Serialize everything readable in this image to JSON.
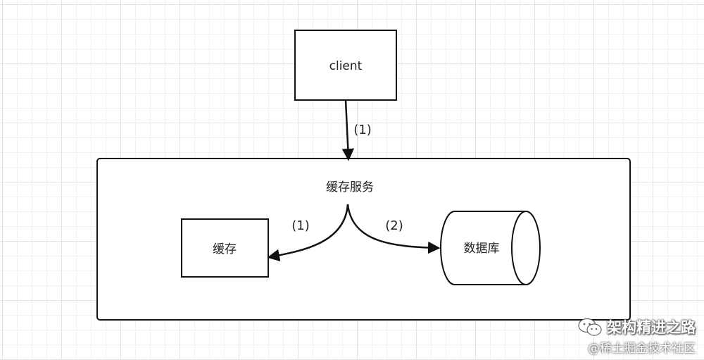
{
  "nodes": {
    "client": "client",
    "cache_service": "缓存服务",
    "cache": "缓存",
    "database": "数据库"
  },
  "edges": {
    "client_to_service": "(1)",
    "service_to_cache": "(1)",
    "service_to_database": "(2)"
  },
  "watermark": {
    "line1": "架构精进之路",
    "line2": "@稀土掘金技术社区"
  },
  "icons": {
    "watermark_icon": "wechat-icon"
  },
  "colors": {
    "stroke": "#111111",
    "grid_major": "#e3e3e3",
    "grid_minor": "#f2f2f2"
  }
}
